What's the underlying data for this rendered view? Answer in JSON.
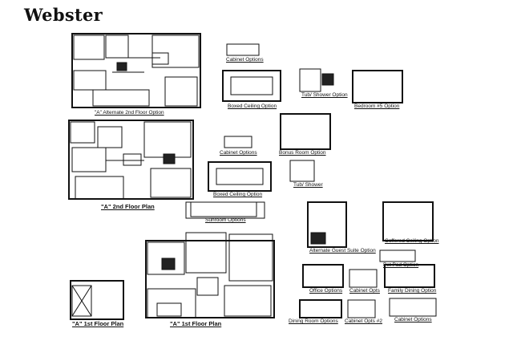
{
  "page_title": "Webster",
  "plans": {
    "alt_2nd_floor": "\"A\" Alternate 2nd Floor Option",
    "second_floor": "\"A\" 2nd Floor Plan",
    "first_floor_left": "\"A\" 1st Floor Plan",
    "first_floor_main": "\"A\" 1st Floor Plan"
  },
  "options": {
    "cabinet_top": "Cabinet Options",
    "boxed_ceiling_top": "Boxed Ceiling Option",
    "tub_shower_top": "Tub/ Shower Option",
    "bedroom5": "Bedroom #5 Option",
    "cabinet_mid": "Cabinet Options",
    "bonus_room": "Bonus Room Option",
    "boxed_ceiling_mid": "Boxed Ceiling Option",
    "tub_shower_mid": "Tub/ Shower",
    "sunroom": "Sunroom Options",
    "alt_guest_suite": "Alternate Guest Suite Option",
    "coffered_ceiling": "Coffered Ceiling Option",
    "pet_pad": "Pet Pad Option",
    "office": "Office Options",
    "cabinet_opts": "Cabinet Opts",
    "family_dining": "Family Dining Option",
    "dining_room": "Dining Room Options",
    "cabinet_opts2": "Cabinet Opts #2",
    "cabinet_bottom": "Cabinet Options"
  }
}
